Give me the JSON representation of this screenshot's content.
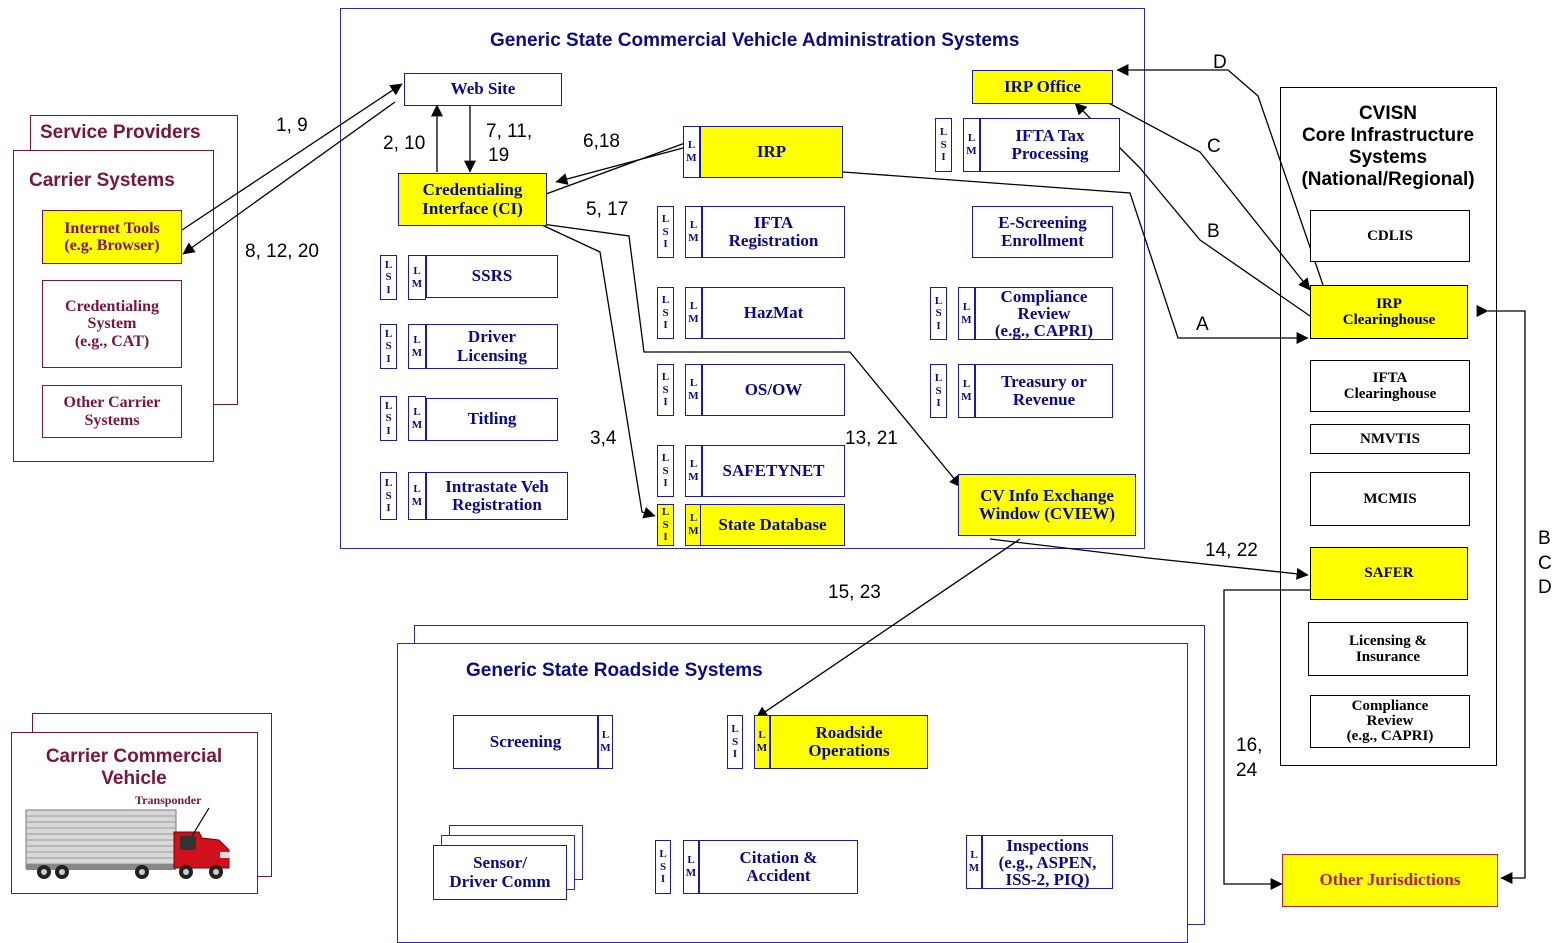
{
  "labels": {
    "lsi": [
      "L",
      "S",
      "I"
    ],
    "lm": [
      "L",
      "M"
    ],
    "l": "L",
    "m": "M"
  },
  "state_admin": {
    "title": "Generic State Commercial Vehicle Administration Systems",
    "web_site": "Web Site",
    "ci": [
      "Credentialing",
      "Interface (CI)"
    ],
    "ssrs": "SSRS",
    "driver_licensing": [
      "Driver",
      "Licensing"
    ],
    "titling": "Titling",
    "intrastate": [
      "Intrastate Veh",
      "Registration"
    ],
    "irp": "IRP",
    "ifta_registration": [
      "IFTA",
      "Registration"
    ],
    "hazmat": "HazMat",
    "osow": "OS/OW",
    "safetynet": "SAFETYNET",
    "state_database": "State Database",
    "irp_office": "IRP Office",
    "ifta_tax": [
      "IFTA Tax",
      "Processing"
    ],
    "escreening": [
      "E-Screening",
      "Enrollment"
    ],
    "compliance_review": [
      "Compliance",
      "Review",
      "(e.g., CAPRI)"
    ],
    "treasury": [
      "Treasury or",
      "Revenue"
    ],
    "cview": [
      "CV Info Exchange",
      "Window (CVIEW)"
    ]
  },
  "carrier": {
    "service_providers_title": "Service Providers",
    "carrier_systems_title": "Carrier Systems",
    "internet_tools": [
      "Internet Tools",
      "(e.g. Browser)"
    ],
    "credentialing_system": [
      "Credentialing",
      "System",
      "(e.g., CAT)"
    ],
    "other_carrier": [
      "Other Carrier",
      "Systems"
    ]
  },
  "cvisn": {
    "title": [
      "CVISN",
      "Core Infrastructure",
      "Systems",
      "(National/Regional)"
    ],
    "cdlis": "CDLIS",
    "irp_clearinghouse": [
      "IRP",
      "Clearinghouse"
    ],
    "ifta_clearinghouse": [
      "IFTA",
      "Clearinghouse"
    ],
    "nmvtis": "NMVTIS",
    "mcmis": "MCMIS",
    "safer": "SAFER",
    "licensing_insurance": [
      "Licensing &",
      "Insurance"
    ],
    "compliance_review": [
      "Compliance",
      "Review",
      "(e.g., CAPRI)"
    ]
  },
  "other_jurisdictions": "Other Jurisdictions",
  "roadside": {
    "title": "Generic State Roadside Systems",
    "screening": "Screening",
    "roadside_operations": [
      "Roadside",
      "Operations"
    ],
    "sensor": [
      "Sensor/",
      "Driver Comm"
    ],
    "citation": [
      "Citation &",
      "Accident"
    ],
    "inspections": [
      "Inspections",
      "(e.g., ASPEN,",
      "ISS-2, PIQ)"
    ]
  },
  "vehicle": {
    "title": [
      "Carrier Commercial",
      "Vehicle"
    ],
    "transponder": "Transponder"
  },
  "flows": {
    "f1_9": "1, 9",
    "f2_10": "2, 10",
    "f7_11": "7, 11,",
    "f19": "19",
    "f6_18": "6,18",
    "f5_17": "5, 17",
    "f8_12_20": "8, 12, 20",
    "f3_4": "3,4",
    "f13_21": "13, 21",
    "f14_22": "14, 22",
    "f15_23": "15, 23",
    "f16": "16,",
    "f24": "24",
    "a": "A",
    "b": "B",
    "c": "C",
    "d": "D",
    "bcd": [
      "B",
      "C",
      "D"
    ]
  }
}
